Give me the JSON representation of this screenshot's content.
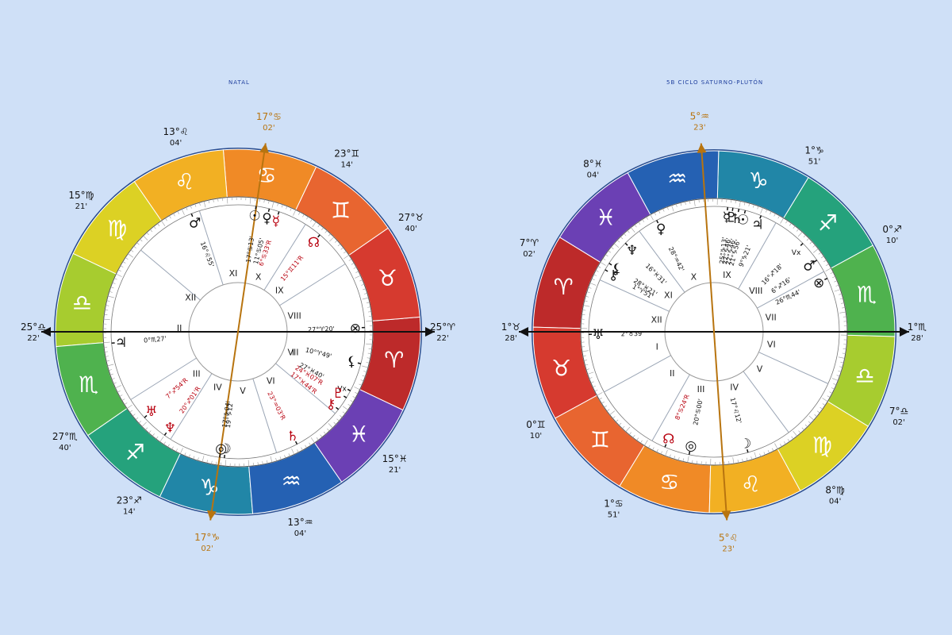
{
  "colors": {
    "background": "#cfe0f7",
    "title": "#1f3f9e",
    "axis": "#b8740f",
    "retro": "#b8000e",
    "black": "#111111",
    "signs": {
      "aries": "#bd2a2a",
      "taurus": "#d63a2f",
      "gemini": "#e86530",
      "cancer": "#f08a26",
      "leo": "#f2b023",
      "virgo": "#dcd124",
      "libra": "#a7cc2f",
      "scorpio": "#4fb24e",
      "sagittarius": "#25a27c",
      "capricorn": "#2186a7",
      "aquarius": "#2561b3",
      "pisces": "#6b40b4"
    }
  },
  "charts": [
    {
      "id": "natal",
      "title": "NATAL",
      "asc": 205.37,
      "mc": 107.03,
      "cusp_labels": [
        {
          "deg": "25°♎",
          "min": "22'",
          "lon": 205.37,
          "axis": false
        },
        {
          "deg": "13°♌",
          "min": "04'",
          "lon": 133.07,
          "axis": false
        },
        {
          "deg": "17°♋",
          "min": "02'",
          "lon": 107.03,
          "axis": true
        },
        {
          "deg": "23°♊",
          "min": "14'",
          "lon": 83.23,
          "axis": false
        },
        {
          "deg": "27°♉",
          "min": "40'",
          "lon": 57.67,
          "axis": false
        },
        {
          "deg": "25°♈",
          "min": "22'",
          "lon": 25.37,
          "axis": false
        },
        {
          "deg": "15°♓",
          "min": "21'",
          "lon": 345.35,
          "axis": false
        },
        {
          "deg": "13°♒",
          "min": "04'",
          "lon": 313.07,
          "axis": false
        },
        {
          "deg": "17°♑",
          "min": "02'",
          "lon": 287.03,
          "axis": true
        },
        {
          "deg": "23°♐",
          "min": "14'",
          "lon": 263.23,
          "axis": false
        },
        {
          "deg": "27°♏",
          "min": "40'",
          "lon": 237.67,
          "axis": false
        },
        {
          "deg": "15°♍",
          "min": "21'",
          "lon": 165.35,
          "axis": false
        }
      ],
      "house_numbers": [
        "I",
        "II",
        "III",
        "IV",
        "V",
        "VI",
        "VII",
        "VIII",
        "IX",
        "X",
        "XI",
        "XII"
      ],
      "planets": [
        {
          "glyph": "♂",
          "text": "16°♌55'",
          "lon": 136.9,
          "retro": false
        },
        {
          "glyph": "☉",
          "text": "17°♋13'",
          "lon": 107.2,
          "retro": false
        },
        {
          "glyph": "♀",
          "text": "11°♋05'",
          "lon": 101.1,
          "retro": false
        },
        {
          "glyph": "☿",
          "text": "6°♋33'R",
          "lon": 96.5,
          "retro": true
        },
        {
          "glyph": "☊",
          "text": "15°♊11'R",
          "lon": 75.2,
          "retro": true
        },
        {
          "glyph": "⊗",
          "text": "27°♈20'",
          "lon": 27.3,
          "retro": false
        },
        {
          "glyph": "⚸",
          "text": "10°♈49'",
          "lon": 10.8,
          "retro": false
        },
        {
          "glyph": "Vx",
          "text": "27°♓40'",
          "lon": 357.7,
          "retro": false
        },
        {
          "glyph": "♇",
          "text": "24°♓07'R",
          "lon": 354.1,
          "retro": true
        },
        {
          "glyph": "⚷",
          "text": "17°♓44'R",
          "lon": 347.7,
          "retro": true
        },
        {
          "glyph": "♄",
          "text": "23°♒03'R",
          "lon": 323.1,
          "retro": true
        },
        {
          "glyph": "☽",
          "text": "19°♑12'",
          "lon": 289.2,
          "retro": false
        },
        {
          "glyph": "◎",
          "text": "17°♑04'",
          "lon": 287.1,
          "retro": false
        },
        {
          "glyph": "♅",
          "text": "7°♐54'R",
          "lon": 247.9,
          "retro": true
        },
        {
          "glyph": "♆",
          "text": "20°♐01'R",
          "lon": 260.0,
          "retro": true
        },
        {
          "glyph": "♃",
          "text": "0°♏27'",
          "lon": 210.5,
          "retro": false
        }
      ]
    },
    {
      "id": "saturn-pluto",
      "title": "5b CICLO SATURNO-PLUTÓN",
      "asc": 31.47,
      "mc": 305.38,
      "cusp_labels": [
        {
          "deg": "1°♉",
          "min": "28'",
          "lon": 31.47,
          "axis": false
        },
        {
          "deg": "7°♈",
          "min": "02'",
          "lon": 7.03,
          "axis": false
        },
        {
          "deg": "8°♓",
          "min": "04'",
          "lon": 338.07,
          "axis": false
        },
        {
          "deg": "5°♒",
          "min": "23'",
          "lon": 305.38,
          "axis": true
        },
        {
          "deg": "1°♑",
          "min": "51'",
          "lon": 271.85,
          "axis": false
        },
        {
          "deg": "0°♐",
          "min": "10'",
          "lon": 240.17,
          "axis": false
        },
        {
          "deg": "1°♏",
          "min": "28'",
          "lon": 211.47,
          "axis": false
        },
        {
          "deg": "7°♎",
          "min": "02'",
          "lon": 187.03,
          "axis": false
        },
        {
          "deg": "8°♍",
          "min": "04'",
          "lon": 158.07,
          "axis": false
        },
        {
          "deg": "5°♌",
          "min": "23'",
          "lon": 125.38,
          "axis": true
        },
        {
          "deg": "1°♋",
          "min": "51'",
          "lon": 91.85,
          "axis": false
        },
        {
          "deg": "0°♊",
          "min": "10'",
          "lon": 60.17,
          "axis": false
        }
      ],
      "house_numbers": [
        "I",
        "II",
        "III",
        "IV",
        "V",
        "VI",
        "VII",
        "VIII",
        "IX",
        "X",
        "XI",
        "XII"
      ],
      "planets": [
        {
          "glyph": "♅",
          "text": "2°♉39'",
          "lon": 32.65,
          "retro": false
        },
        {
          "glyph": "⚷",
          "text": "1°♈51'",
          "lon": 1.85,
          "retro": false
        },
        {
          "glyph": "⚸",
          "text": "28°♓21'",
          "lon": 358.35,
          "retro": false
        },
        {
          "glyph": "♆",
          "text": "16°♓31'",
          "lon": 346.5,
          "retro": false
        },
        {
          "glyph": "♀",
          "text": "28°♒42'",
          "lon": 328.7,
          "retro": false
        },
        {
          "glyph": "☿",
          "text": "25°♑13'",
          "lon": 295.2,
          "retro": false
        },
        {
          "glyph": "♇",
          "text": "22°♑46'",
          "lon": 292.8,
          "retro": false
        },
        {
          "glyph": "♄",
          "text": "22°♑46'",
          "lon": 290.0,
          "retro": false
        },
        {
          "glyph": "☉",
          "text": "21°♑56'",
          "lon": 287.0,
          "retro": false
        },
        {
          "glyph": "♃",
          "text": "9°♑21'",
          "lon": 279.4,
          "retro": false
        },
        {
          "glyph": "Vx",
          "text": "16°♐18'",
          "lon": 256.3,
          "retro": false
        },
        {
          "glyph": "♂",
          "text": "6°♐16'",
          "lon": 246.3,
          "retro": false
        },
        {
          "glyph": "⊗",
          "text": "26°♏44'",
          "lon": 236.7,
          "retro": false
        },
        {
          "glyph": "☽",
          "text": "17°♌12'",
          "lon": 137.2,
          "retro": false
        },
        {
          "glyph": "◎",
          "text": "20°♋00'",
          "lon": 110.0,
          "retro": false
        },
        {
          "glyph": "☊",
          "text": "8°♋24'R",
          "lon": 98.4,
          "retro": true
        }
      ]
    }
  ],
  "signs": [
    {
      "glyph": "♈",
      "name": "aries",
      "color": "#bd2a2a"
    },
    {
      "glyph": "♉",
      "name": "taurus",
      "color": "#d63a2f"
    },
    {
      "glyph": "♊",
      "name": "gemini",
      "color": "#e86530"
    },
    {
      "glyph": "♋",
      "name": "cancer",
      "color": "#f08a26"
    },
    {
      "glyph": "♌",
      "name": "leo",
      "color": "#f2b023"
    },
    {
      "glyph": "♍",
      "name": "virgo",
      "color": "#dcd124"
    },
    {
      "glyph": "♎",
      "name": "libra",
      "color": "#a7cc2f"
    },
    {
      "glyph": "♏",
      "name": "scorpio",
      "color": "#4fb24e"
    },
    {
      "glyph": "♐",
      "name": "sagittarius",
      "color": "#25a27c"
    },
    {
      "glyph": "♑",
      "name": "capricorn",
      "color": "#2186a7"
    },
    {
      "glyph": "♒",
      "name": "aquarius",
      "color": "#2561b3"
    },
    {
      "glyph": "♓",
      "name": "pisces",
      "color": "#6b40b4"
    }
  ]
}
